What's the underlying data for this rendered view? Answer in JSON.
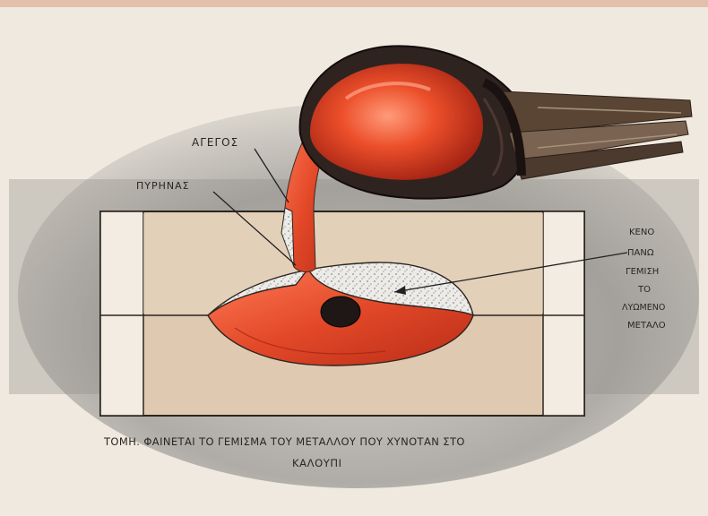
{
  "labels": {
    "top_left": "ΑΓΕΓΟΣ",
    "middle_left": "ΠΥΡΗΝΑΣ",
    "right_lines": [
      "ΚΕΝΟ",
      "ΠΑΝΩ",
      "ΓΕΜΙΣΗ",
      "ΤΟ",
      "ΛΥΩΜΕΝΟ",
      "ΜΕΤΑΛΟ"
    ]
  },
  "caption": {
    "line1": "ΤΟΜΗ. ΦΑΙΝΕΤΑΙ ΤΟ ΓΕΜΙΣΜΑ ΤΟΥ ΜΕΤΑΛΛΟΥ ΠΟΥ ΧΥΝΟΤΑΝ ΣΤΟ",
    "line2": "ΚΑΛΟΥΠΙ"
  },
  "colors": {
    "paper": "#efe9df",
    "mold_sand": "#e1cdb5",
    "molten_metal": "#d8421f",
    "crucible_dark": "#2f2320",
    "core_dark": "#1e1715",
    "cavity_fill": "#e9e6e1"
  }
}
